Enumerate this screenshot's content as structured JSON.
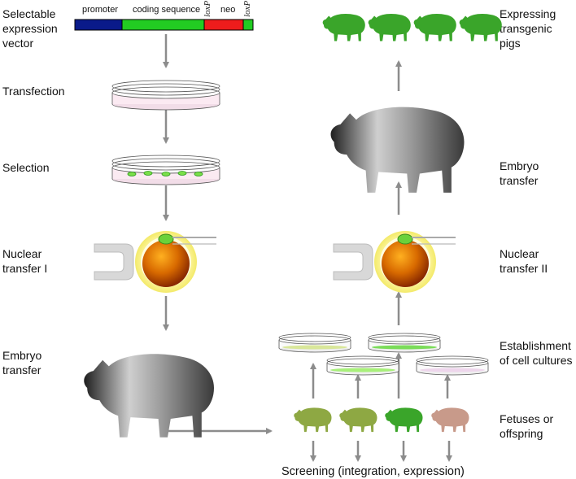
{
  "left_steps": {
    "vector": "Selectable\nexpression\nvector",
    "transfection": "Transfection",
    "selection": "Selection",
    "nuclear1": "Nuclear\ntransfer I",
    "embryo1": "Embryo\ntransfer"
  },
  "right_steps": {
    "expressing": "Expressing\ntransgenic\npigs",
    "embryo2": "Embryo\ntransfer",
    "nuclear2": "Nuclear\ntransfer II",
    "establishment": "Establishment\nof cell cultures",
    "fetuses": "Fetuses or\noffspring"
  },
  "vector_segments": {
    "promoter": "promoter",
    "coding": "coding sequence",
    "loxp1": "loxP",
    "neo": "neo",
    "loxp2": "loxP"
  },
  "screening": "Screening (integration, expression)",
  "colors": {
    "promoter": "#0a1a8a",
    "coding": "#22cc22",
    "neo": "#ee1c1c",
    "arrow": "#8c8c8c",
    "transgenic_pig": "#3aa52a",
    "nucleus": "#c85a00",
    "zona": "#f3f08a"
  }
}
